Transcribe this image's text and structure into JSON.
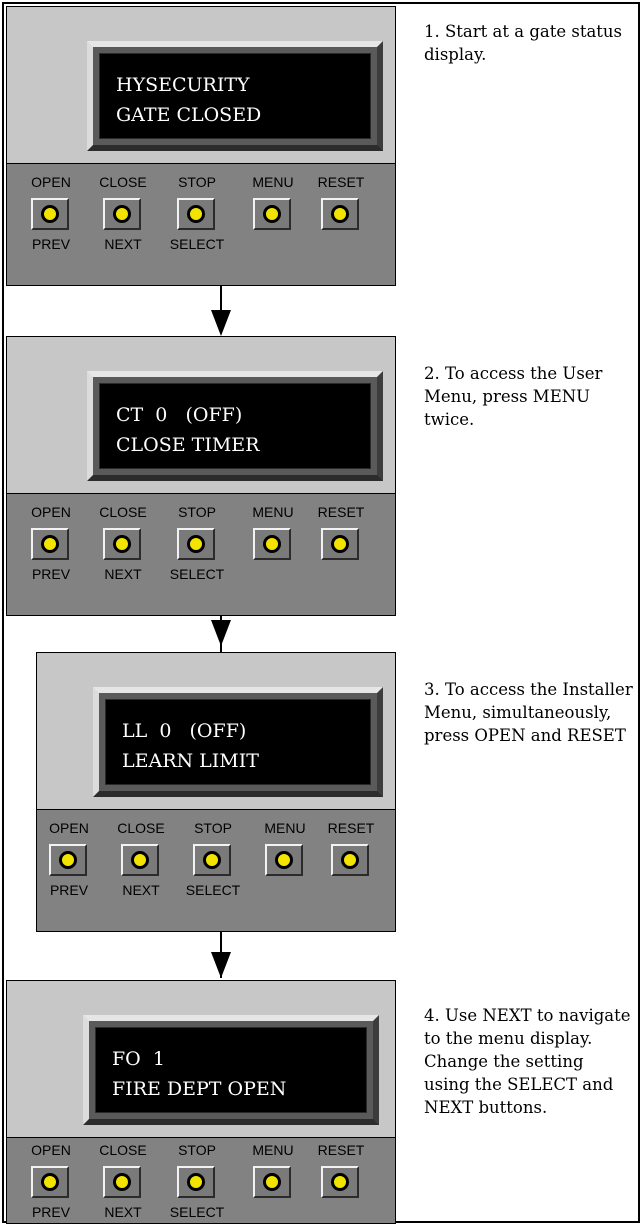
{
  "panels": [
    {
      "display": {
        "line1": "HYSECURITY",
        "line2": "GATE CLOSED"
      },
      "step": "1. Start at a gate status display."
    },
    {
      "display": {
        "line1": "CT  0   (OFF)",
        "line2": "CLOSE TIMER"
      },
      "step": "2. To access the User Menu, press MENU twice."
    },
    {
      "display": {
        "line1": "LL  0   (OFF)",
        "line2": "LEARN LIMIT"
      },
      "step": "3. To access the Installer Menu, simultaneously, press OPEN and RESET"
    },
    {
      "display": {
        "line1": "FO  1",
        "line2": "FIRE DEPT OPEN"
      },
      "step": "4. Use NEXT to navigate to the menu display. Change the setting using the SELECT and NEXT buttons."
    }
  ],
  "buttons": [
    {
      "label": "OPEN",
      "sub": "PREV"
    },
    {
      "label": "CLOSE",
      "sub": "NEXT"
    },
    {
      "label": "STOP",
      "sub": "SELECT"
    },
    {
      "label": "MENU",
      "sub": ""
    },
    {
      "label": "RESET",
      "sub": ""
    }
  ],
  "colors": {
    "button_led": "#f2e400",
    "panel_upper": "#c7c7c7",
    "panel_lower": "#828282",
    "display": "#000000"
  }
}
